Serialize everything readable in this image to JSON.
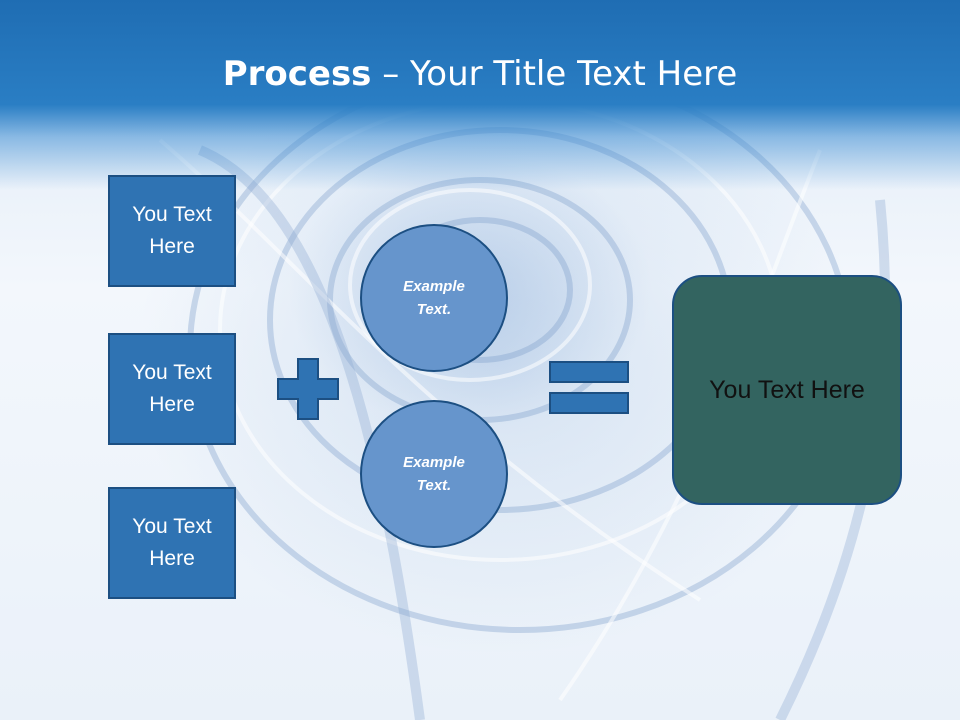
{
  "slide": {
    "title_bold": "Process",
    "title_rest": " – Your Title Text Here"
  },
  "left_boxes": [
    {
      "label": "You Text Here"
    },
    {
      "label": "You Text Here"
    },
    {
      "label": "You Text Here"
    }
  ],
  "circles": [
    {
      "label": "Example Text."
    },
    {
      "label": "Example Text."
    }
  ],
  "result": {
    "label": "You Text Here"
  },
  "colors": {
    "header": "#1f6db3",
    "box_fill": "#2f73b3",
    "circle_fill": "#6695cc",
    "result_fill": "#336460",
    "outline": "#1c4f82"
  },
  "icons": {
    "plus": "plus-icon",
    "equals": "equals-icon"
  }
}
